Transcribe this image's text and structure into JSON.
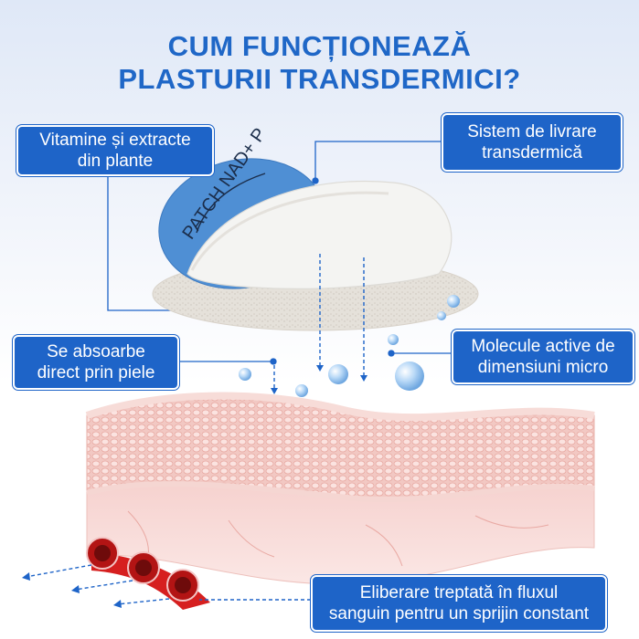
{
  "title": {
    "line1": "CUM FUNCȚIONEAZĂ",
    "line2": "PLASTURII TRANSDERMICI?"
  },
  "labels": {
    "vitamins": [
      "Vitamine și extracte",
      "din plante"
    ],
    "delivery_system": [
      "Sistem de livrare",
      "transdermică"
    ],
    "absorption": [
      "Se absoarbe",
      "direct prin piele"
    ],
    "molecules": [
      "Molecule active de",
      "dimensiuni micro"
    ],
    "release": [
      "Eliberare treptată în fluxul",
      "sanguin pentru un sprijin constant"
    ]
  },
  "patch": {
    "print_text": "PATCH NAD+ P",
    "color_blue": "#4f8fd4",
    "color_white": "#f4f4f2",
    "color_felt": "#e7e3dc"
  },
  "colors": {
    "accent": "#1e64c8",
    "title": "#1f67c7",
    "skin": "#f4c7c2",
    "vessel": "#d61f1f"
  }
}
